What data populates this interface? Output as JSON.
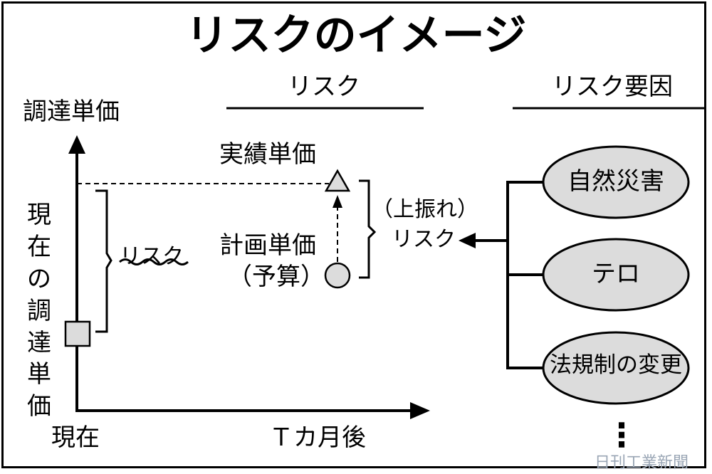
{
  "title": "リスクのイメージ",
  "headers": {
    "risk": "リスク",
    "risk_factors": "リスク要因"
  },
  "axes": {
    "y_label": "調達単価",
    "y_sub_label": "現在の調達単価",
    "x_origin_label": "現在",
    "x_end_label": "Ｔカ月後"
  },
  "markers": {
    "actual_price": "実績単価",
    "planned_price": "計画単価",
    "budget": "（予算）"
  },
  "risk_labels": {
    "struck_risk": "リスク",
    "upside": "（上振れ）",
    "upside_risk": "リスク"
  },
  "factors": [
    "自然災害",
    "テロ",
    "法規制の変更"
  ],
  "more_factors_glyph": "⋮",
  "credit": "日刊工業新聞",
  "colors": {
    "shape_fill": "#dcdcdc",
    "line": "#000000",
    "credit_text": "#9aa6b5"
  }
}
